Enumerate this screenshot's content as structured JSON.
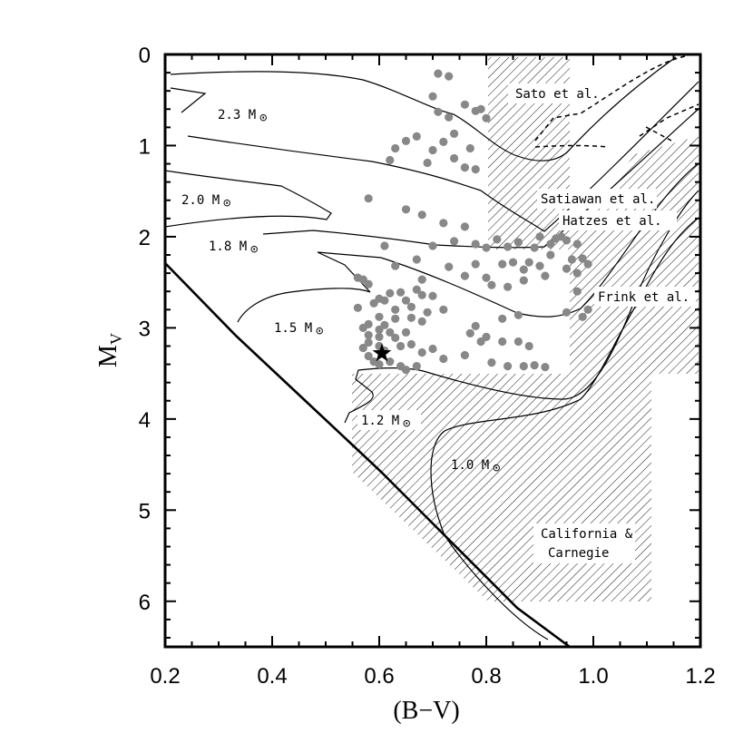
{
  "chart_data": {
    "type": "scatter",
    "xlabel": "(B−V)",
    "ylabel_main": "M",
    "ylabel_sub": "V",
    "xlim": [
      0.2,
      1.2
    ],
    "ylim": [
      6.5,
      0
    ],
    "y_inverted": true,
    "grid": false,
    "x_ticks": [
      {
        "value": 0.2,
        "label": "0.2"
      },
      {
        "value": 0.4,
        "label": "0.4"
      },
      {
        "value": 0.6,
        "label": "0.6"
      },
      {
        "value": 0.8,
        "label": "0.8"
      },
      {
        "value": 1.0,
        "label": "1.0"
      },
      {
        "value": 1.2,
        "label": "1.2"
      }
    ],
    "y_ticks": [
      {
        "value": 0,
        "label": "0"
      },
      {
        "value": 1,
        "label": "1"
      },
      {
        "value": 2,
        "label": "2"
      },
      {
        "value": 3,
        "label": "3"
      },
      {
        "value": 4,
        "label": "4"
      },
      {
        "value": 5,
        "label": "5"
      },
      {
        "value": 6,
        "label": "6"
      }
    ],
    "colors": {
      "points": "#888888",
      "lines": "#000000",
      "hatch": "#000000"
    },
    "points": [
      [
        0.71,
        0.21
      ],
      [
        0.73,
        0.24
      ],
      [
        0.7,
        0.46
      ],
      [
        0.71,
        0.63
      ],
      [
        0.73,
        0.69
      ],
      [
        0.78,
        0.62
      ],
      [
        0.76,
        0.55
      ],
      [
        0.79,
        0.6
      ],
      [
        0.8,
        0.7
      ],
      [
        0.74,
        0.87
      ],
      [
        0.67,
        0.9
      ],
      [
        0.65,
        0.95
      ],
      [
        0.72,
        0.96
      ],
      [
        0.7,
        1.05
      ],
      [
        0.77,
        1.03
      ],
      [
        0.63,
        1.03
      ],
      [
        0.69,
        1.19
      ],
      [
        0.74,
        1.14
      ],
      [
        0.76,
        1.24
      ],
      [
        0.78,
        1.26
      ],
      [
        0.62,
        1.16
      ],
      [
        0.58,
        1.58
      ],
      [
        0.65,
        1.7
      ],
      [
        0.68,
        1.76
      ],
      [
        0.72,
        1.85
      ],
      [
        0.76,
        1.89
      ],
      [
        0.74,
        2.05
      ],
      [
        0.78,
        2.08
      ],
      [
        0.8,
        2.12
      ],
      [
        0.84,
        2.11
      ],
      [
        0.86,
        2.06
      ],
      [
        0.89,
        2.12
      ],
      [
        0.92,
        2.08
      ],
      [
        0.94,
        2.0
      ],
      [
        0.95,
        2.04
      ],
      [
        0.97,
        2.08
      ],
      [
        0.98,
        2.24
      ],
      [
        0.99,
        2.3
      ],
      [
        0.97,
        2.4
      ],
      [
        0.92,
        2.2
      ],
      [
        0.9,
        2.32
      ],
      [
        0.87,
        2.36
      ],
      [
        0.85,
        2.28
      ],
      [
        0.83,
        2.3
      ],
      [
        0.84,
        2.55
      ],
      [
        0.81,
        2.53
      ],
      [
        0.76,
        2.43
      ],
      [
        0.73,
        2.33
      ],
      [
        0.7,
        2.1
      ],
      [
        0.67,
        2.25
      ],
      [
        0.63,
        2.32
      ],
      [
        0.61,
        2.1
      ],
      [
        0.57,
        2.47
      ],
      [
        0.58,
        2.52
      ],
      [
        0.56,
        2.45
      ],
      [
        0.59,
        2.73
      ],
      [
        0.6,
        2.68
      ],
      [
        0.61,
        2.7
      ],
      [
        0.62,
        2.62
      ],
      [
        0.64,
        2.61
      ],
      [
        0.65,
        2.7
      ],
      [
        0.67,
        2.58
      ],
      [
        0.68,
        2.64
      ],
      [
        0.7,
        2.65
      ],
      [
        0.72,
        2.8
      ],
      [
        0.69,
        2.83
      ],
      [
        0.66,
        2.89
      ],
      [
        0.68,
        2.93
      ],
      [
        0.63,
        2.9
      ],
      [
        0.61,
        2.97
      ],
      [
        0.6,
        2.88
      ],
      [
        0.58,
        2.96
      ],
      [
        0.57,
        3.0
      ],
      [
        0.58,
        3.08
      ],
      [
        0.6,
        3.2
      ],
      [
        0.61,
        3.25
      ],
      [
        0.63,
        3.11
      ],
      [
        0.64,
        3.2
      ],
      [
        0.66,
        3.18
      ],
      [
        0.68,
        3.27
      ],
      [
        0.7,
        3.23
      ],
      [
        0.72,
        3.34
      ],
      [
        0.62,
        3.37
      ],
      [
        0.6,
        3.4
      ],
      [
        0.64,
        3.42
      ],
      [
        0.65,
        3.46
      ],
      [
        0.67,
        3.42
      ],
      [
        0.57,
        3.22
      ],
      [
        0.58,
        3.31
      ],
      [
        0.59,
        3.37
      ],
      [
        0.8,
        3.1
      ],
      [
        0.81,
        3.38
      ],
      [
        0.84,
        3.42
      ],
      [
        0.87,
        3.42
      ],
      [
        0.89,
        3.41
      ],
      [
        0.91,
        3.43
      ],
      [
        0.86,
        3.15
      ],
      [
        0.88,
        3.2
      ],
      [
        0.83,
        3.15
      ],
      [
        0.79,
        3.15
      ],
      [
        0.78,
        2.98
      ],
      [
        0.83,
        2.9
      ],
      [
        0.86,
        2.86
      ],
      [
        0.95,
        2.83
      ],
      [
        0.97,
        2.6
      ],
      [
        0.99,
        2.8
      ],
      [
        0.98,
        2.88
      ],
      [
        0.76,
        3.3
      ],
      [
        0.77,
        3.06
      ],
      [
        0.65,
        3.05
      ],
      [
        0.62,
        3.05
      ],
      [
        0.6,
        3.1
      ],
      [
        0.58,
        3.16
      ],
      [
        0.56,
        2.78
      ],
      [
        0.6,
        3.02
      ],
      [
        0.63,
        2.8
      ],
      [
        0.66,
        2.77
      ],
      [
        0.68,
        2.47
      ],
      [
        0.88,
        2.28
      ],
      [
        0.9,
        2.0
      ],
      [
        0.93,
        2.02
      ],
      [
        0.96,
        2.25
      ],
      [
        0.95,
        2.35
      ],
      [
        0.91,
        2.43
      ],
      [
        0.87,
        2.48
      ],
      [
        0.82,
        2.03
      ],
      [
        0.8,
        2.45
      ],
      [
        0.78,
        2.3
      ]
    ],
    "highlight_star": [
      0.605,
      3.28
    ],
    "labels": {
      "sato": "Sato et al.",
      "satiawan": "Satiawan et al.",
      "hatzes": "Hatzes et al.",
      "frink": "Frink et al.",
      "california_1": "California &",
      "california_2": "Carnegie",
      "m23": "2.3 M",
      "m20": "2.0 M",
      "m18": "1.8 M",
      "m15": "1.5 M",
      "m12": "1.2 M",
      "m10": "1.0 M"
    }
  }
}
